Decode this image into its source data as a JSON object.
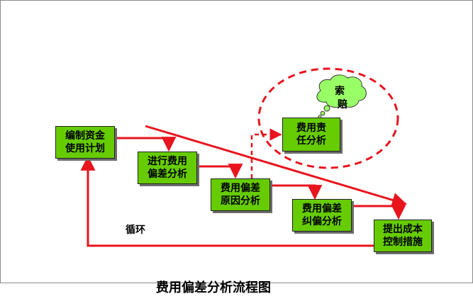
{
  "diagram": {
    "boxes": {
      "plan": {
        "line1": "编制资金",
        "line2": "使用计划"
      },
      "variance": {
        "line1": "进行费用",
        "line2": "偏差分析"
      },
      "cause": {
        "line1": "费用偏差",
        "line2": "原因分析"
      },
      "responsibility": {
        "line1": "费用责",
        "line2": "任分析"
      },
      "correction": {
        "line1": "费用偏差",
        "line2": "纠偏分析"
      },
      "measures": {
        "line1": "提出成本",
        "line2": "控制措施"
      }
    },
    "cloud": {
      "line1": "索",
      "line2": "赔"
    },
    "loop_label": "循环",
    "bottom_title": "费用偏差分析流程图"
  },
  "colors": {
    "box_fill": "#66cc00",
    "arrow": "#e8141e",
    "cloud_fill": "#99ff66"
  }
}
